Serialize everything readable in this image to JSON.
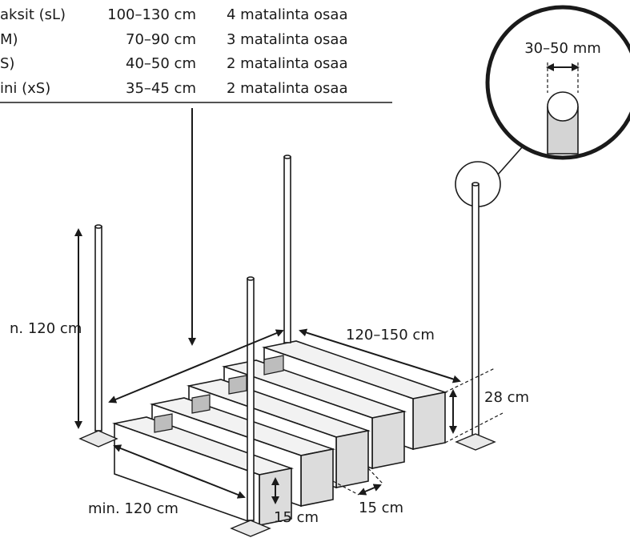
{
  "table": {
    "rows": [
      {
        "size": "aksit (sL)",
        "height": "100–130 cm",
        "parts": "4 matalinta osaa"
      },
      {
        "size": "M)",
        "height": "70–90 cm",
        "parts": "3 matalinta osaa"
      },
      {
        "size": "S)",
        "height": "40–50 cm",
        "parts": "2 matalinta osaa"
      },
      {
        "size": "ini (xS)",
        "height": "35–45 cm",
        "parts": "2 matalinta osaa"
      }
    ]
  },
  "labels": {
    "pole_diameter": "30–50 mm",
    "pole_height": "n. 120 cm",
    "board_length": "120–150 cm",
    "board_height": "28 cm",
    "min_width": "min. 120 cm",
    "board_depth": "15 cm",
    "spacing": "15 cm"
  }
}
